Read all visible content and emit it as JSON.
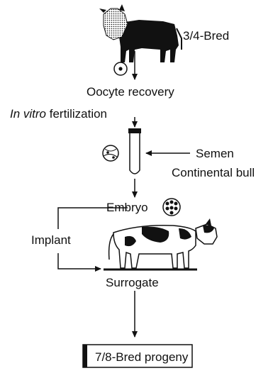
{
  "diagram": {
    "donor_label": "3/4-Bred",
    "step_oocyte": "Oocyte recovery",
    "step_ivf_italic": "In vitro",
    "step_ivf_rest": " fertilization",
    "semen_label": "Semen",
    "bull_label": "Continental bull",
    "embryo_label": "Embryo",
    "implant_label": "Implant",
    "surrogate_label": "Surrogate",
    "progeny_label": "7/8-Bred progeny"
  },
  "icons": [
    "donor-cow-icon",
    "oocyte-icon",
    "test-tube-icon",
    "fertilized-egg-icon",
    "embryo-morula-icon",
    "surrogate-cow-icon"
  ],
  "colors": {
    "ink": "#111111",
    "background": "#ffffff"
  }
}
